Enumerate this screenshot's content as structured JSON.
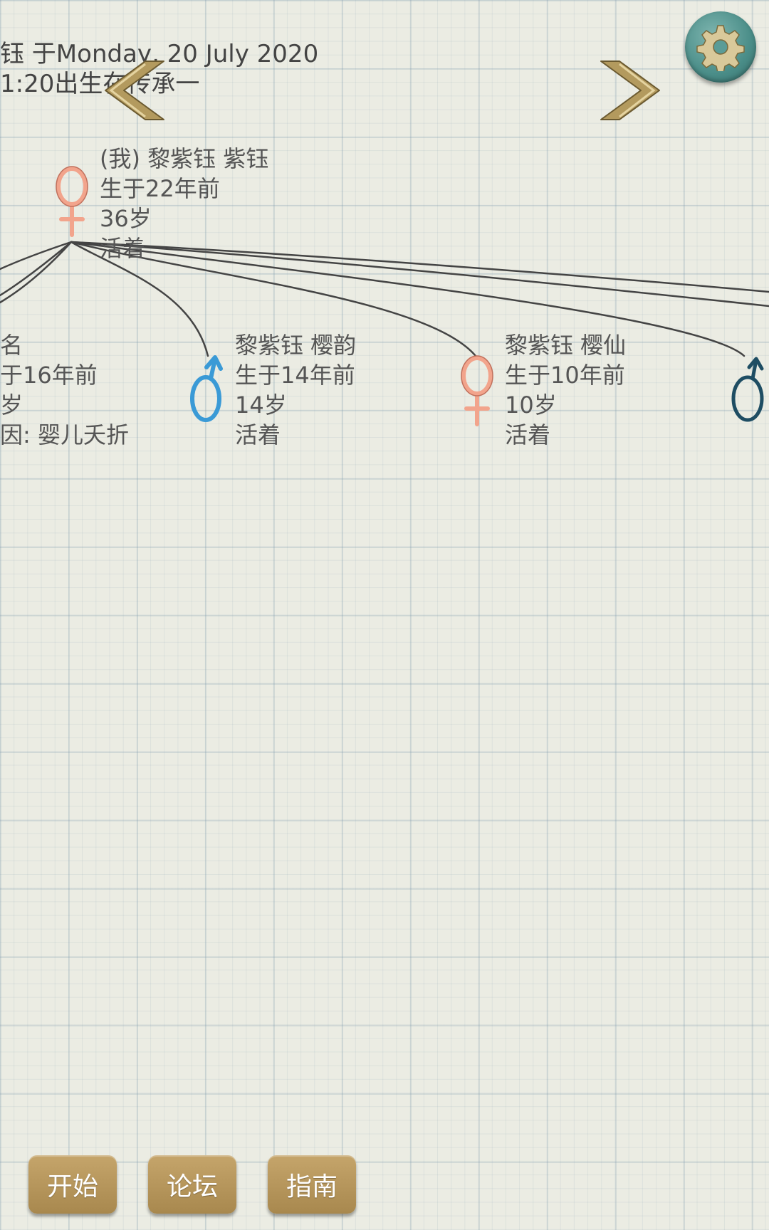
{
  "header": {
    "line1": "钰 于Monday, 20 July 2020",
    "line2": "1:20出生在传承一"
  },
  "nav": {
    "prev_icon": "chevron-left-icon",
    "next_icon": "chevron-right-icon"
  },
  "settings": {
    "icon": "gear-icon",
    "color": "#4a8d88"
  },
  "colors": {
    "female": "#f2a48c",
    "male_blue": "#3a9ad6",
    "male_dark": "#1e4d63",
    "button": "#b5965c"
  },
  "self": {
    "name": "(我) 黎紫钰 紫钰",
    "born": "生于22年前",
    "age": "36岁",
    "status": "活着",
    "gender": "female"
  },
  "children": [
    {
      "name": "名",
      "born": "于16年前",
      "age": "岁",
      "status": "因:  婴儿夭折",
      "gender": "unknown"
    },
    {
      "name": "黎紫钰 樱韵",
      "born": "生于14年前",
      "age": "14岁",
      "status": "活着",
      "gender": "male"
    },
    {
      "name": "黎紫钰 樱仙",
      "born": "生于10年前",
      "age": "10岁",
      "status": "活着",
      "gender": "female"
    },
    {
      "name": "",
      "born": "",
      "age": "",
      "status": "",
      "gender": "male"
    }
  ],
  "buttons": {
    "start": "开始",
    "forum": "论坛",
    "guide": "指南"
  }
}
